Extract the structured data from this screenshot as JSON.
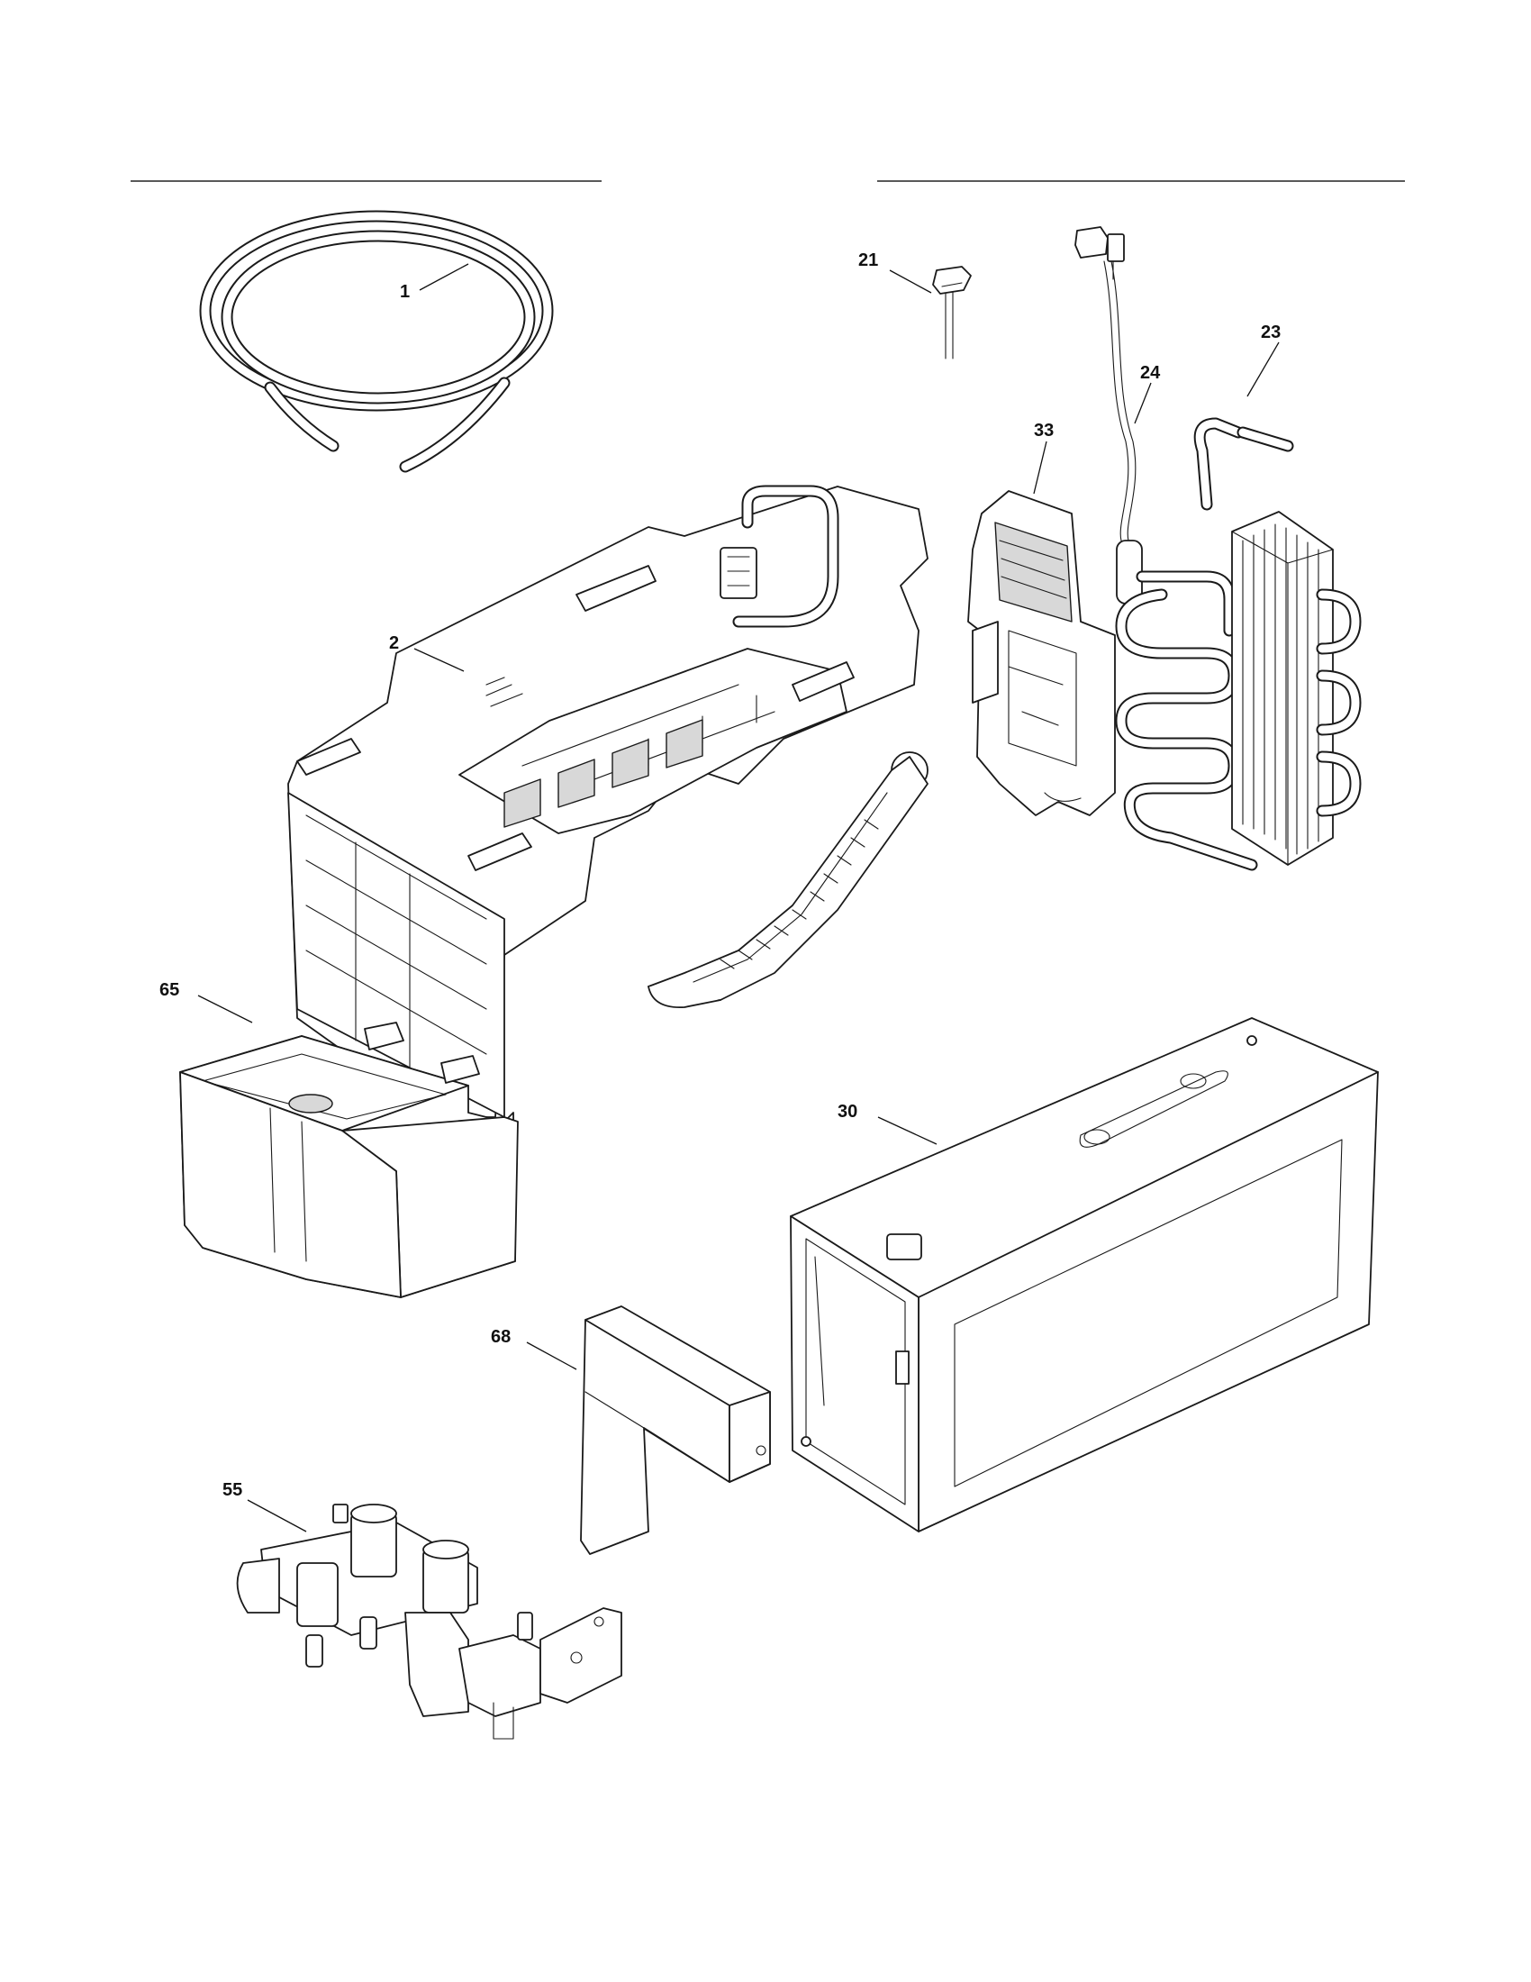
{
  "diagram": {
    "callouts": {
      "p1": "1",
      "p2": "2",
      "p21": "21",
      "p23": "23",
      "p24": "24",
      "p30": "30",
      "p33": "33",
      "p55": "55",
      "p65": "65",
      "p68": "68"
    },
    "parts": [
      {
        "callout": "1",
        "icon": "coiled-tube-icon"
      },
      {
        "callout": "2",
        "icon": "ice-maker-assembly-icon"
      },
      {
        "callout": "21",
        "icon": "sensor-plug-icon"
      },
      {
        "callout": "23",
        "icon": "evaporator-coil-icon"
      },
      {
        "callout": "24",
        "icon": "wire-harness-icon"
      },
      {
        "callout": "30",
        "icon": "ice-bin-housing-icon"
      },
      {
        "callout": "33",
        "icon": "bracket-cover-icon"
      },
      {
        "callout": "55",
        "icon": "water-valve-icon"
      },
      {
        "callout": "65",
        "icon": "bucket-icon"
      },
      {
        "callout": "68",
        "icon": "chute-cover-icon"
      }
    ]
  }
}
